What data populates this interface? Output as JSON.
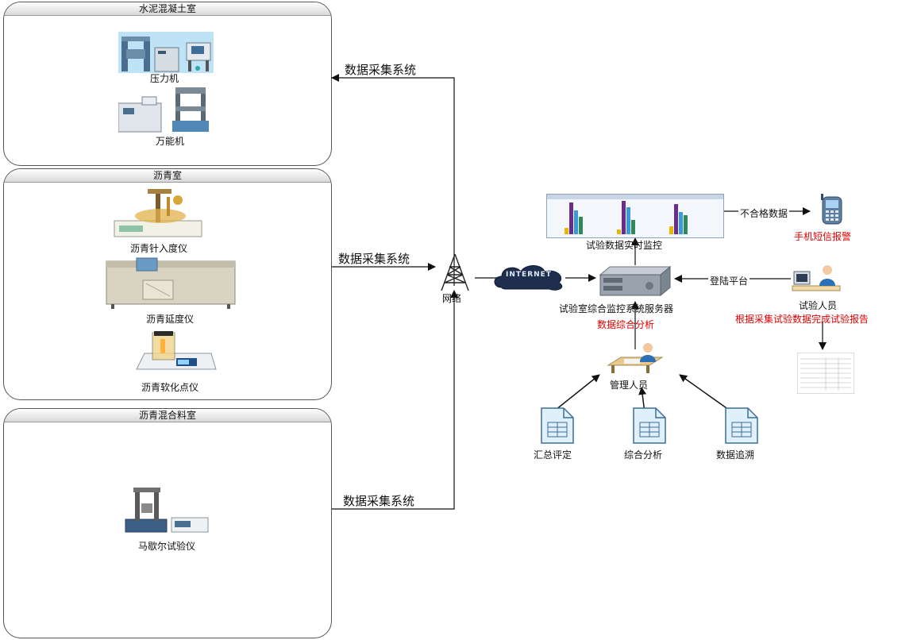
{
  "rooms": {
    "cement": {
      "title": "水泥混凝土室",
      "items": [
        "压力机",
        "万能机"
      ]
    },
    "asphalt": {
      "title": "沥青室",
      "items": [
        "沥青针入度仪",
        "沥青延度仪",
        "沥青软化点仪"
      ]
    },
    "mixture": {
      "title": "沥青混合料室",
      "items": [
        "马歇尔试验仪"
      ]
    }
  },
  "links": {
    "collect_1": "数据采集系统",
    "collect_2": "数据采集系统",
    "collect_3": "数据采集系统"
  },
  "network": {
    "tower": "网络",
    "cloud": "INTERNET"
  },
  "monitor": {
    "caption": "试验数据实时监控",
    "unqualified": "不合格数据",
    "sms": "手机短信报警"
  },
  "server": {
    "caption": "试验室综合监控系统服务器",
    "analysis": "数据综合分析"
  },
  "tester": {
    "login": "登陆平台",
    "caption": "试验人员",
    "report": "根据采集试验数据完成试验报告"
  },
  "manager": {
    "caption": "管理人员"
  },
  "docs": [
    "汇总评定",
    "综合分析",
    "数据追溯"
  ],
  "colors": {
    "alert_red": "#e00000",
    "chart_series": [
      "#e8b800",
      "#6a2d8c",
      "#3a9ad9",
      "#2e8b57"
    ]
  }
}
